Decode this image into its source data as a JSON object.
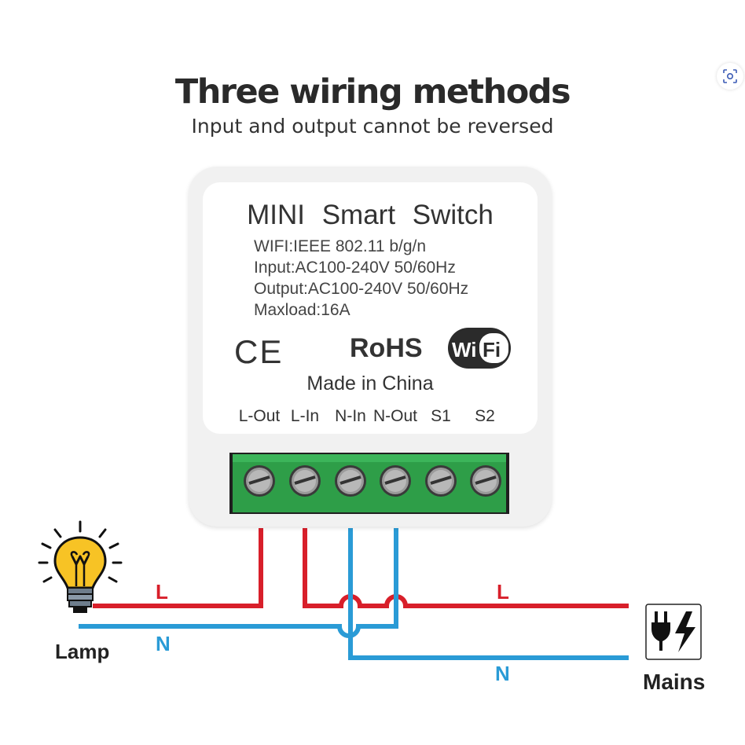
{
  "title": "Three wiring methods",
  "subtitle": "Input and output cannot be reversed",
  "colors": {
    "live": "#d81f2a",
    "neutral": "#2a9bd6",
    "terminal": "#2e9e48"
  },
  "device": {
    "name": "MINI Smart Switch",
    "specs": [
      "WIFI:IEEE 802.11 b/g/n",
      "Input:AC100-240V 50/60Hz",
      "Output:AC100-240V 50/60Hz",
      "Maxload:16A"
    ],
    "cert_ce": "CE",
    "cert_rohs": "RoHS",
    "wifi_logo": "wifi-logo",
    "made_in": "Made in China",
    "terminals": [
      "L-Out",
      "L-In",
      "N-In",
      "N-Out",
      "S1",
      "S2"
    ]
  },
  "wires": {
    "lamp_live": "L",
    "lamp_neutral": "N",
    "mains_live": "L",
    "mains_neutral": "N"
  },
  "lamp_label": "Lamp",
  "mains_label": "Mains",
  "icons": {
    "lamp": "light-bulb-icon",
    "mains": "power-plug-icon",
    "lens": "visual-search-icon"
  }
}
